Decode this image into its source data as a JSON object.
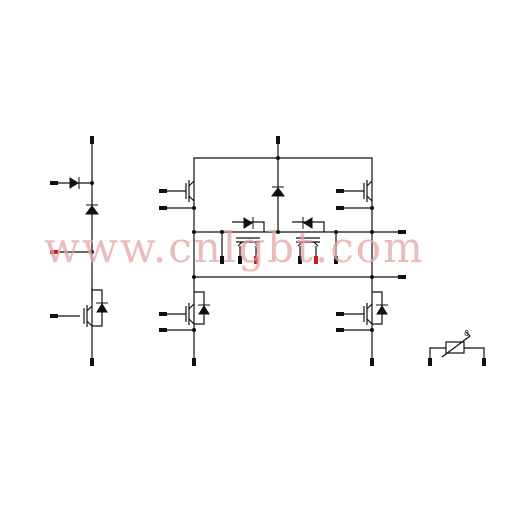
{
  "watermark": {
    "text": "www.cnlgbt.com"
  },
  "colors": {
    "wire": "#111111",
    "pin": "#111111",
    "accent_pin": "#c81e1e",
    "watermark": "#e4a6a6"
  },
  "components": {
    "left_leg": [
      "diode",
      "diode",
      "igbt-with-freewheel-diode"
    ],
    "h_bridge": [
      "igbt",
      "igbt",
      "igbt-with-freewheel-diode",
      "igbt-with-freewheel-diode",
      "diode"
    ],
    "center_switches": [
      "igbt-with-freewheel-diode",
      "igbt-with-freewheel-diode"
    ],
    "sensor": "ntc-thermistor"
  }
}
